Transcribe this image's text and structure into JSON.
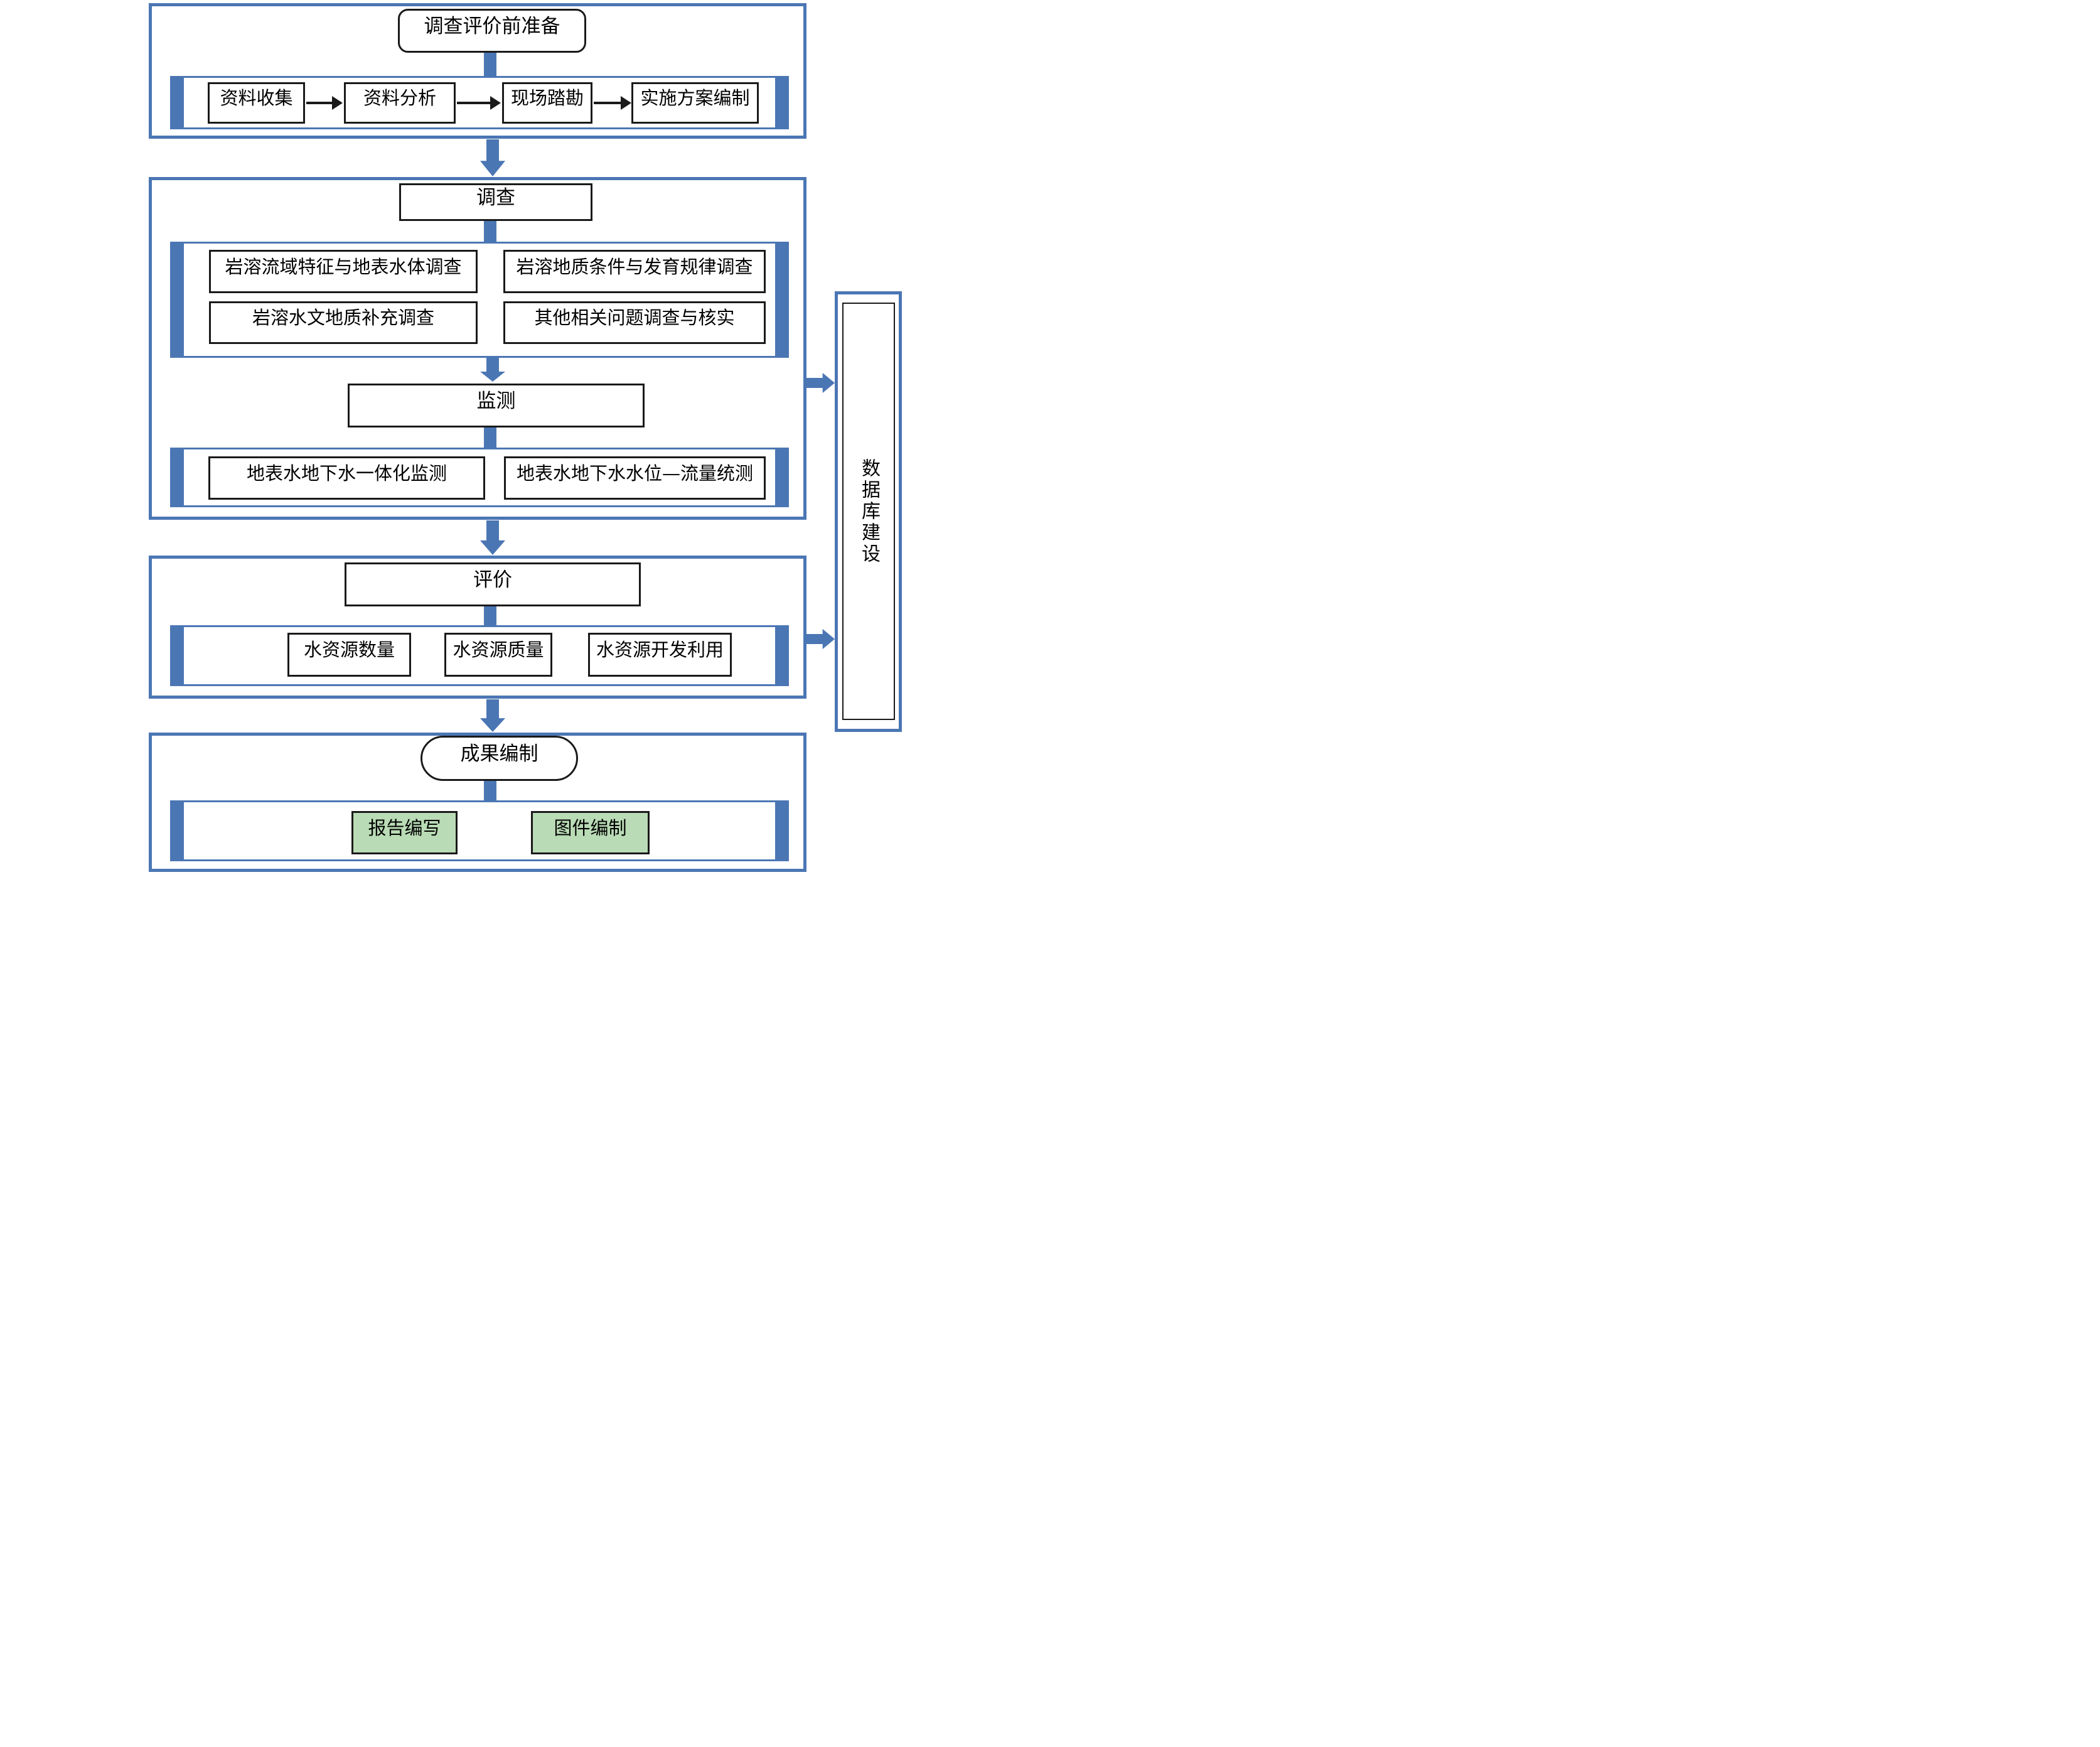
{
  "palette": {
    "accent_blue": "#4b76b4",
    "box_border_black": "#1a1a1a",
    "result_box_green": "#b9dbb5",
    "background": "#ffffff"
  },
  "icons": {
    "flow_arrow_down": "fat blue downward arrow (CSS clip-path)",
    "flow_arrow_right": "fat blue rightward arrow (CSS clip-path)",
    "step_arrow_right": "thin black rightward arrow (CSS shape)"
  },
  "prep_section": {
    "title": "调查评价前准备",
    "steps": [
      "资料收集",
      "资料分析",
      "现场踏勘",
      "实施方案编制"
    ]
  },
  "survey_section": {
    "title": "调查",
    "survey_boxes": [
      "岩溶流域特征与地表水体调查",
      "岩溶地质条件与发育规律调查",
      "岩溶水文地质补充调查",
      "其他相关问题调查与核实"
    ],
    "monitor_title": "监测",
    "monitor_boxes": [
      "地表水地下水一体化监测",
      "地表水地下水水位—流量统测"
    ]
  },
  "evaluation_section": {
    "title": "评价",
    "boxes": [
      "水资源数量",
      "水资源质量",
      "水资源开发利用"
    ]
  },
  "results_section": {
    "title": "成果编制",
    "boxes": [
      "报告编写",
      "图件编制"
    ]
  },
  "database": {
    "title": "数据库建设"
  }
}
